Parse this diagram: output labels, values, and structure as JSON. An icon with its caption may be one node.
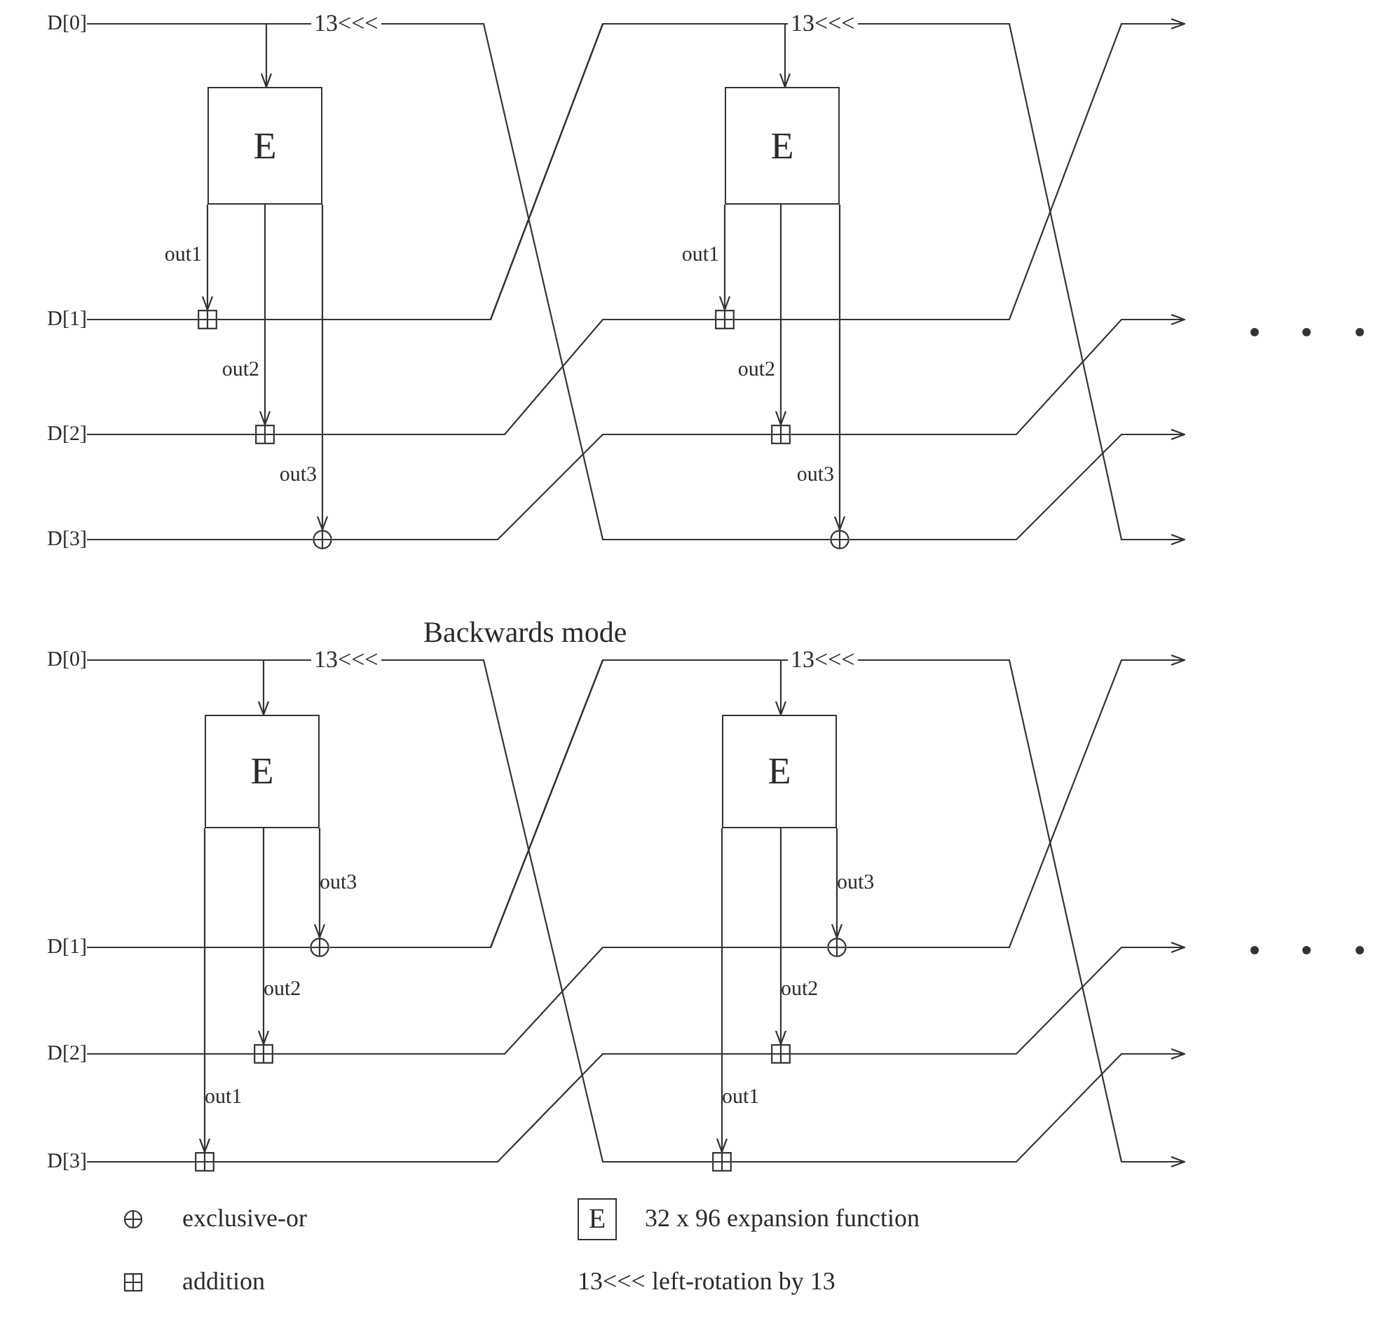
{
  "diagram": {
    "nodes": [
      {
        "text": [
          "D[0]"
        ]
      },
      {
        "text": [
          "D[1]"
        ]
      },
      {
        "text": [
          "D[2]"
        ]
      },
      {
        "text": [
          "D[3]"
        ]
      },
      {
        "text": [
          "E"
        ]
      },
      {
        "text": [],
        "shape": "box"
      },
      {
        "text": [],
        "shape": "box"
      },
      {
        "text": [],
        "shape": "circle"
      },
      {
        "text": [
          "E"
        ]
      },
      {
        "text": [],
        "shape": "box"
      },
      {
        "text": [],
        "shape": "box"
      },
      {
        "text": [],
        "shape": "circle"
      },
      {
        "text": [
          "D[0]"
        ]
      },
      {
        "text": [
          "D[1]"
        ]
      },
      {
        "text": [
          "D[2]"
        ]
      },
      {
        "text": [
          "D[3]"
        ]
      },
      {
        "text": [
          "E"
        ]
      },
      {
        "text": [],
        "shape": "circle"
      },
      {
        "text": [],
        "shape": "box"
      },
      {
        "text": [],
        "shape": "box"
      },
      {
        "text": [
          "E"
        ]
      },
      {
        "text": [],
        "shape": "circle"
      },
      {
        "text": [],
        "shape": "box"
      },
      {
        "text": [],
        "shape": "box"
      }
    ],
    "edges": [
      {
        "from": 0,
        "to": 4,
        "arrow": "to"
      },
      {
        "from": 4,
        "to": 5,
        "arrow": "to",
        "label": "out1"
      },
      {
        "from": 4,
        "to": 6,
        "arrow": "to",
        "label": "out2"
      },
      {
        "from": 4,
        "to": 7,
        "arrow": "to",
        "label": "out3"
      },
      {
        "from": 1,
        "to": 5,
        "arrow": "none"
      },
      {
        "from": 2,
        "to": 6,
        "arrow": "none"
      },
      {
        "from": 3,
        "to": 7,
        "arrow": "none"
      },
      {
        "from": 0,
        "to": 11,
        "arrow": "none",
        "label": "13<<<"
      },
      {
        "from": 5,
        "to": 8,
        "arrow": "to"
      },
      {
        "from": 6,
        "to": 9,
        "arrow": "none"
      },
      {
        "from": 7,
        "to": 10,
        "arrow": "none"
      },
      {
        "from": 8,
        "to": 9,
        "arrow": "to",
        "label": "out1"
      },
      {
        "from": 8,
        "to": 10,
        "arrow": "to",
        "label": "out2"
      },
      {
        "from": 8,
        "to": 11,
        "arrow": "to",
        "label": "out3"
      },
      {
        "from": 5,
        "to": null,
        "arrow": "to",
        "label": "13<<<"
      },
      {
        "from": 9,
        "to": null,
        "arrow": "to"
      },
      {
        "from": 10,
        "to": null,
        "arrow": "to"
      },
      {
        "from": 11,
        "to": null,
        "arrow": "to"
      },
      {
        "from": 12,
        "to": 16,
        "arrow": "to"
      },
      {
        "from": 16,
        "to": 17,
        "arrow": "to",
        "label": "out3"
      },
      {
        "from": 16,
        "to": 18,
        "arrow": "to",
        "label": "out2"
      },
      {
        "from": 16,
        "to": 19,
        "arrow": "to",
        "label": "out1"
      },
      {
        "from": 13,
        "to": 17,
        "arrow": "none"
      },
      {
        "from": 14,
        "to": 18,
        "arrow": "none"
      },
      {
        "from": 15,
        "to": 19,
        "arrow": "none"
      },
      {
        "from": 12,
        "to": 23,
        "arrow": "none",
        "label": "13<<<"
      },
      {
        "from": 17,
        "to": 20,
        "arrow": "to"
      },
      {
        "from": 18,
        "to": 21,
        "arrow": "none"
      },
      {
        "from": 19,
        "to": 22,
        "arrow": "none"
      },
      {
        "from": 20,
        "to": 21,
        "arrow": "to",
        "label": "out3"
      },
      {
        "from": 20,
        "to": 22,
        "arrow": "to",
        "label": "out2"
      },
      {
        "from": 20,
        "to": 23,
        "arrow": "to",
        "label": "out1"
      },
      {
        "from": 17,
        "to": null,
        "arrow": "to",
        "label": "13<<<"
      },
      {
        "from": 21,
        "to": null,
        "arrow": "to"
      },
      {
        "from": 22,
        "to": null,
        "arrow": "to"
      },
      {
        "from": 23,
        "to": null,
        "arrow": "to"
      }
    ],
    "labels": [
      "Backwards mode",
      "E"
    ],
    "legend": [
      {
        "text": "exclusive-or"
      },
      {
        "text": "addition"
      },
      {
        "text": "32 x 96 expansion function"
      },
      {
        "text": "13<<< left-rotation by 13"
      }
    ]
  }
}
